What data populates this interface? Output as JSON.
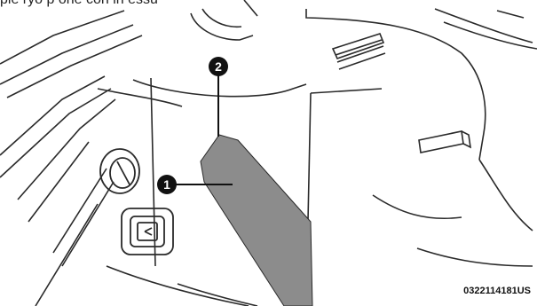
{
  "caption": {
    "partial_text": "ple ryo p one con in essu"
  },
  "callouts": [
    {
      "number": "1"
    },
    {
      "number": "2"
    }
  ],
  "figure_code": "0322114181US",
  "colors": {
    "line": "#2a2a2a",
    "highlight_band": "#8c8c8c",
    "callout_fill": "#111111",
    "background": "#ffffff"
  }
}
